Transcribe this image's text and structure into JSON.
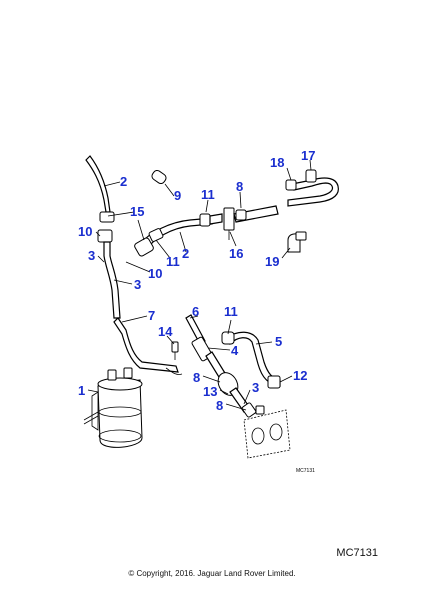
{
  "diagram": {
    "drawing_code_small": "MC7131",
    "drawing_code": "MC7131",
    "copyright": "© Copyright, 2016. Jaguar Land Rover Limited.",
    "callouts": {
      "c1": "1",
      "c2a": "2",
      "c2b": "2",
      "c3a": "3",
      "c3b": "3",
      "c3c": "3",
      "c4": "4",
      "c5": "5",
      "c6": "6",
      "c7": "7",
      "c8a": "8",
      "c8b": "8",
      "c8c": "8",
      "c9": "9",
      "c10a": "10",
      "c10b": "10",
      "c11a": "11",
      "c11b": "11",
      "c11c": "11",
      "c12": "12",
      "c13": "13",
      "c14": "14",
      "c15": "15",
      "c16": "16",
      "c17": "17",
      "c18": "18",
      "c19": "19"
    },
    "colors": {
      "callout": "#1a2ecf",
      "line": "#000000"
    }
  }
}
